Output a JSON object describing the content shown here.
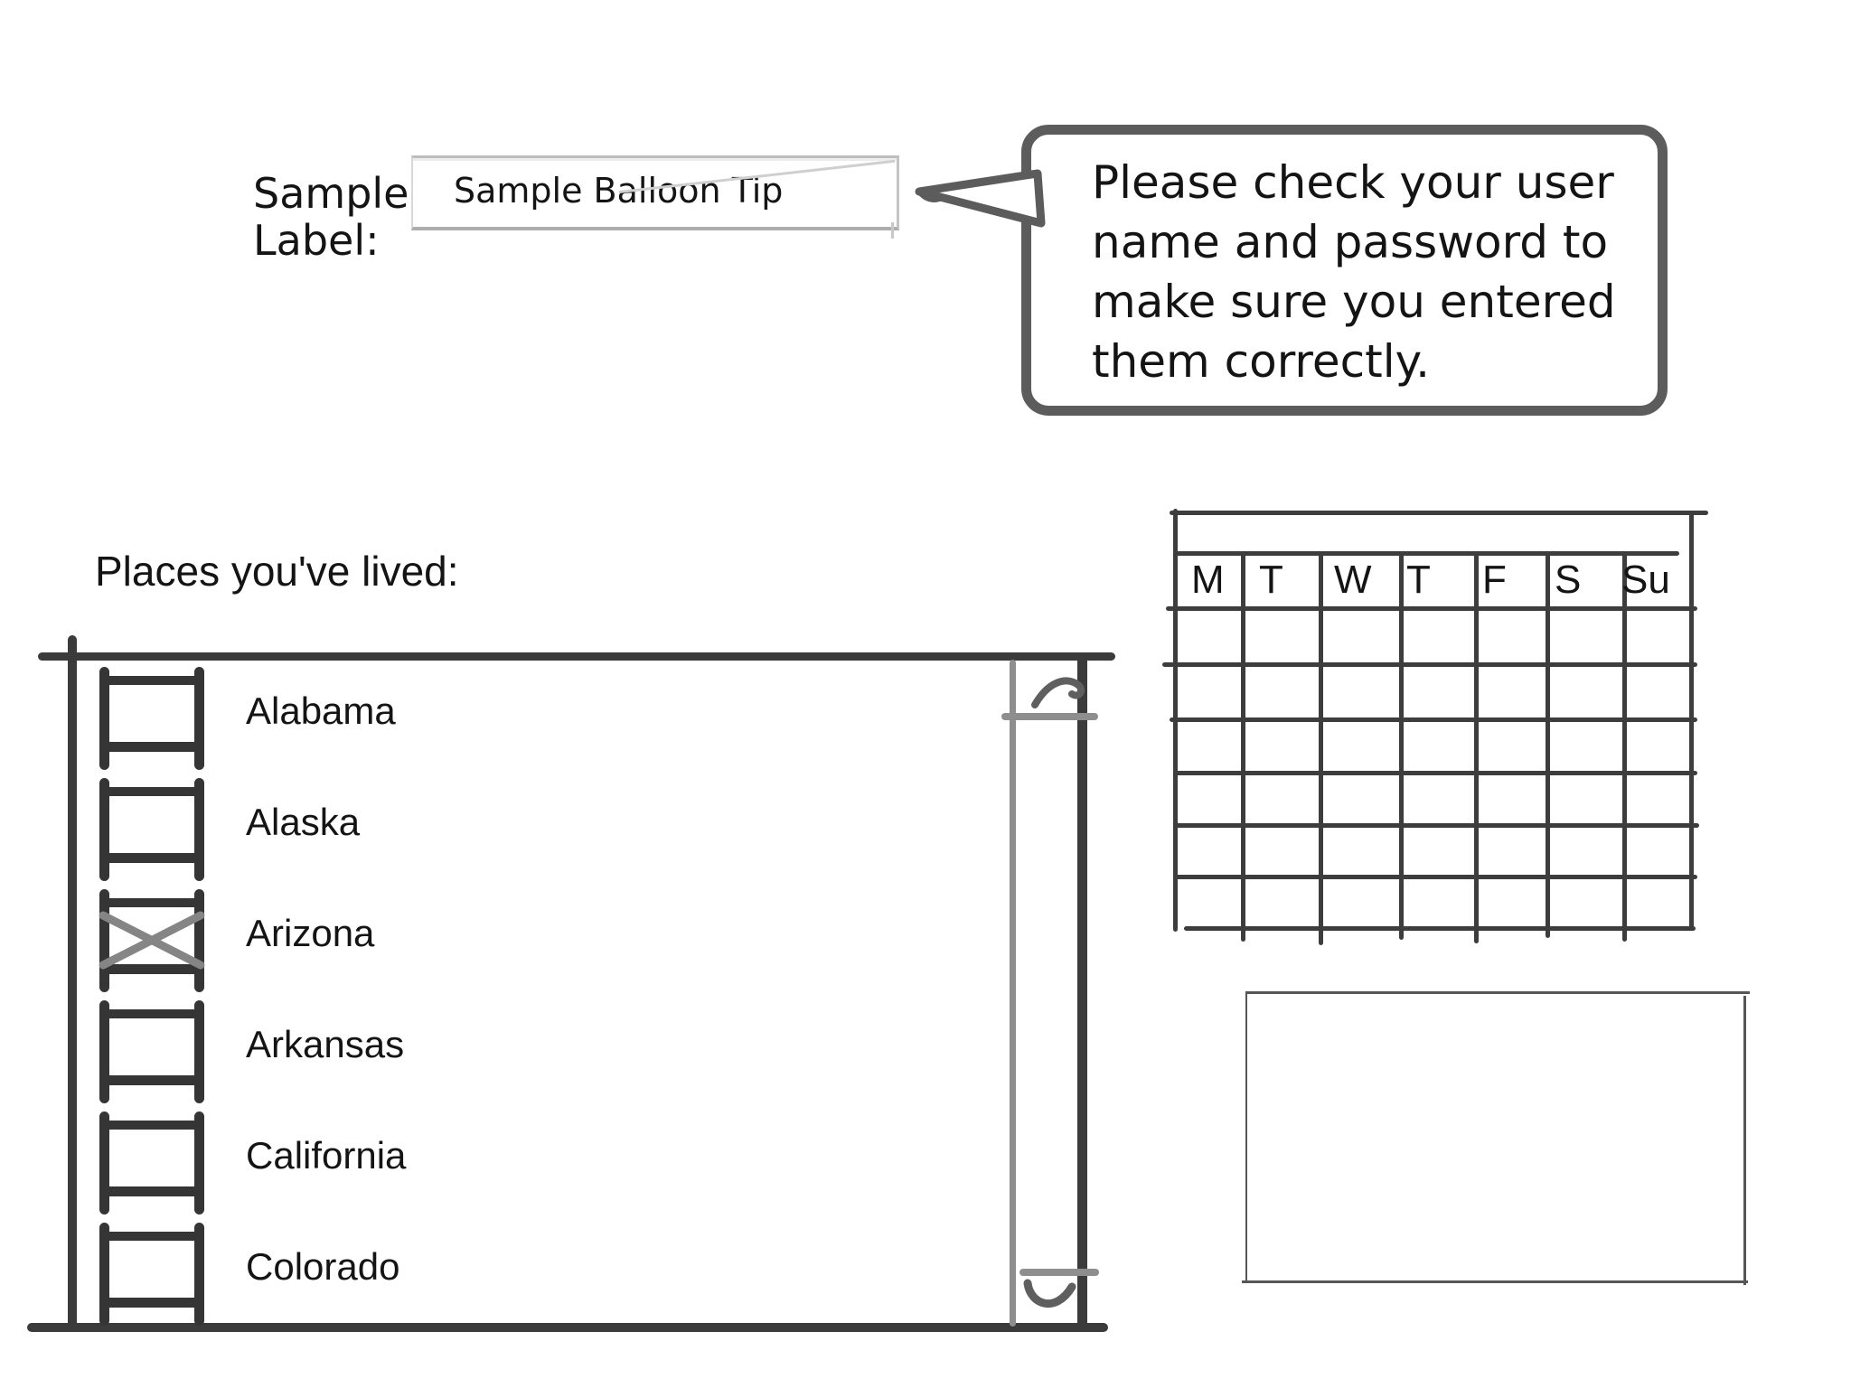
{
  "sample_field": {
    "label_lines": [
      "Sample",
      "Label:"
    ],
    "value": "Sample Balloon Tip"
  },
  "balloon": {
    "lines": [
      "Please check your user",
      "name and password to",
      "make sure you entered",
      "them correctly."
    ]
  },
  "listbox": {
    "label": "Places you've lived:",
    "items": [
      {
        "label": "Alabama",
        "checked": false
      },
      {
        "label": "Alaska",
        "checked": false
      },
      {
        "label": "Arizona",
        "checked": true
      },
      {
        "label": "Arkansas",
        "checked": false
      },
      {
        "label": "California",
        "checked": false
      },
      {
        "label": "Colorado",
        "checked": false
      }
    ]
  },
  "calendar": {
    "day_headers": [
      "M",
      "T",
      "W",
      "T",
      "F",
      "S",
      "Su"
    ],
    "data_rows": 6,
    "columns": 7
  },
  "colors": {
    "sketch_dark": "#3b3b3b",
    "sketch_gray": "#8e8e8e",
    "balloon_border": "#5c5c5c",
    "input_border": "#bdbdbd",
    "panel_border": "#565656",
    "text": "#141414"
  }
}
